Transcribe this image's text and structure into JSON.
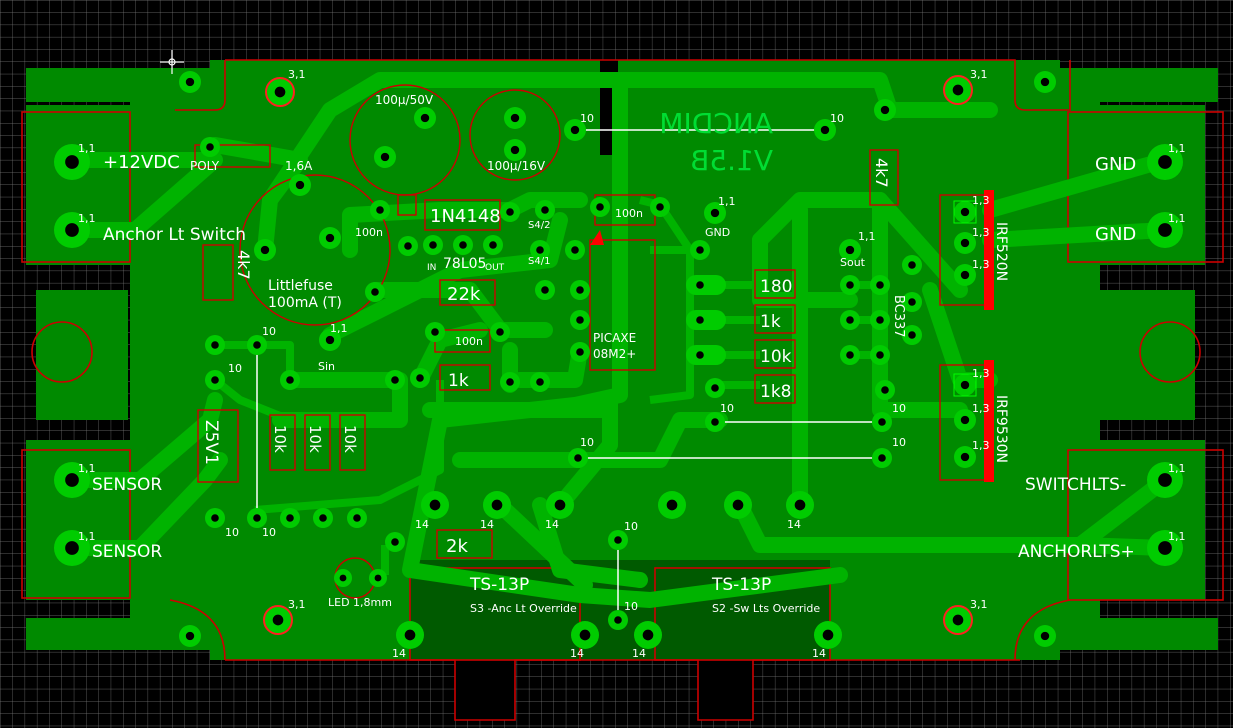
{
  "colors": {
    "background": "#000000",
    "grid": "#8a8a8a",
    "copper": "#009900",
    "pad": "#00cc00",
    "hole": "#000000",
    "silk": "#ffffff",
    "outline": "#cc0000",
    "brand_text": "#00dd33",
    "red_pad": "#ff0000"
  },
  "board": {
    "title": "ANCDIM",
    "version": "V1.5B",
    "mirrored": true
  },
  "connectors": {
    "power": "+12VDC",
    "anchor_switch": "Anchor Lt Switch",
    "sensor_1": "SENSOR",
    "sensor_2": "SENSOR",
    "gnd_1": "GND",
    "gnd_2": "GND",
    "switchlts": "SWITCHLTS-",
    "anchorlts": "ANCHORLTS+"
  },
  "components": {
    "poly": "POLY",
    "poly_rating": "1,6A",
    "fuse_name": "Littlefuse",
    "fuse_rating": "100mA (T)",
    "cap_big_1": "100µ/50V",
    "cap_big_2": "100µ/16V",
    "diode": "1N4148",
    "regulator": "78L05",
    "reg_in": "IN",
    "reg_out": "OUT",
    "cap_100n_1": "100n",
    "cap_100n_2": "100n",
    "cap_100n_3": "100n",
    "r_22k": "22k",
    "r_1k_a": "1k",
    "r_4k7_left": "4k7",
    "r_4k7_right": "4k7",
    "zener": "Z5V1",
    "r_10k_1": "10k",
    "r_10k_2": "10k",
    "r_10k_3": "10k",
    "r_2k": "2k",
    "r_180": "180",
    "r_1k_b": "1k",
    "r_10k_b": "10k",
    "r_1k8": "1k8",
    "picaxe_1": "PICAXE",
    "picaxe_2": "08M2+",
    "s4_2": "S4/2",
    "s4_1": "S4/1",
    "gnd_test": "GND",
    "sout": "Sout",
    "sin": "Sin",
    "bc337": "BC337",
    "irf520n": "IRF520N",
    "irf9530n": "IRF9530N",
    "led": "LED 1,8mm",
    "ts_1": "TS-13P",
    "ts_2": "TS-13P",
    "s3": "S3 -Anc Lt Override",
    "s2": "S2 -Sw Lts Override",
    "mount_hole": "3,1",
    "pin_11": "1,1",
    "pin_10": "10",
    "pin_13": "1,3",
    "pin_14": "14"
  }
}
